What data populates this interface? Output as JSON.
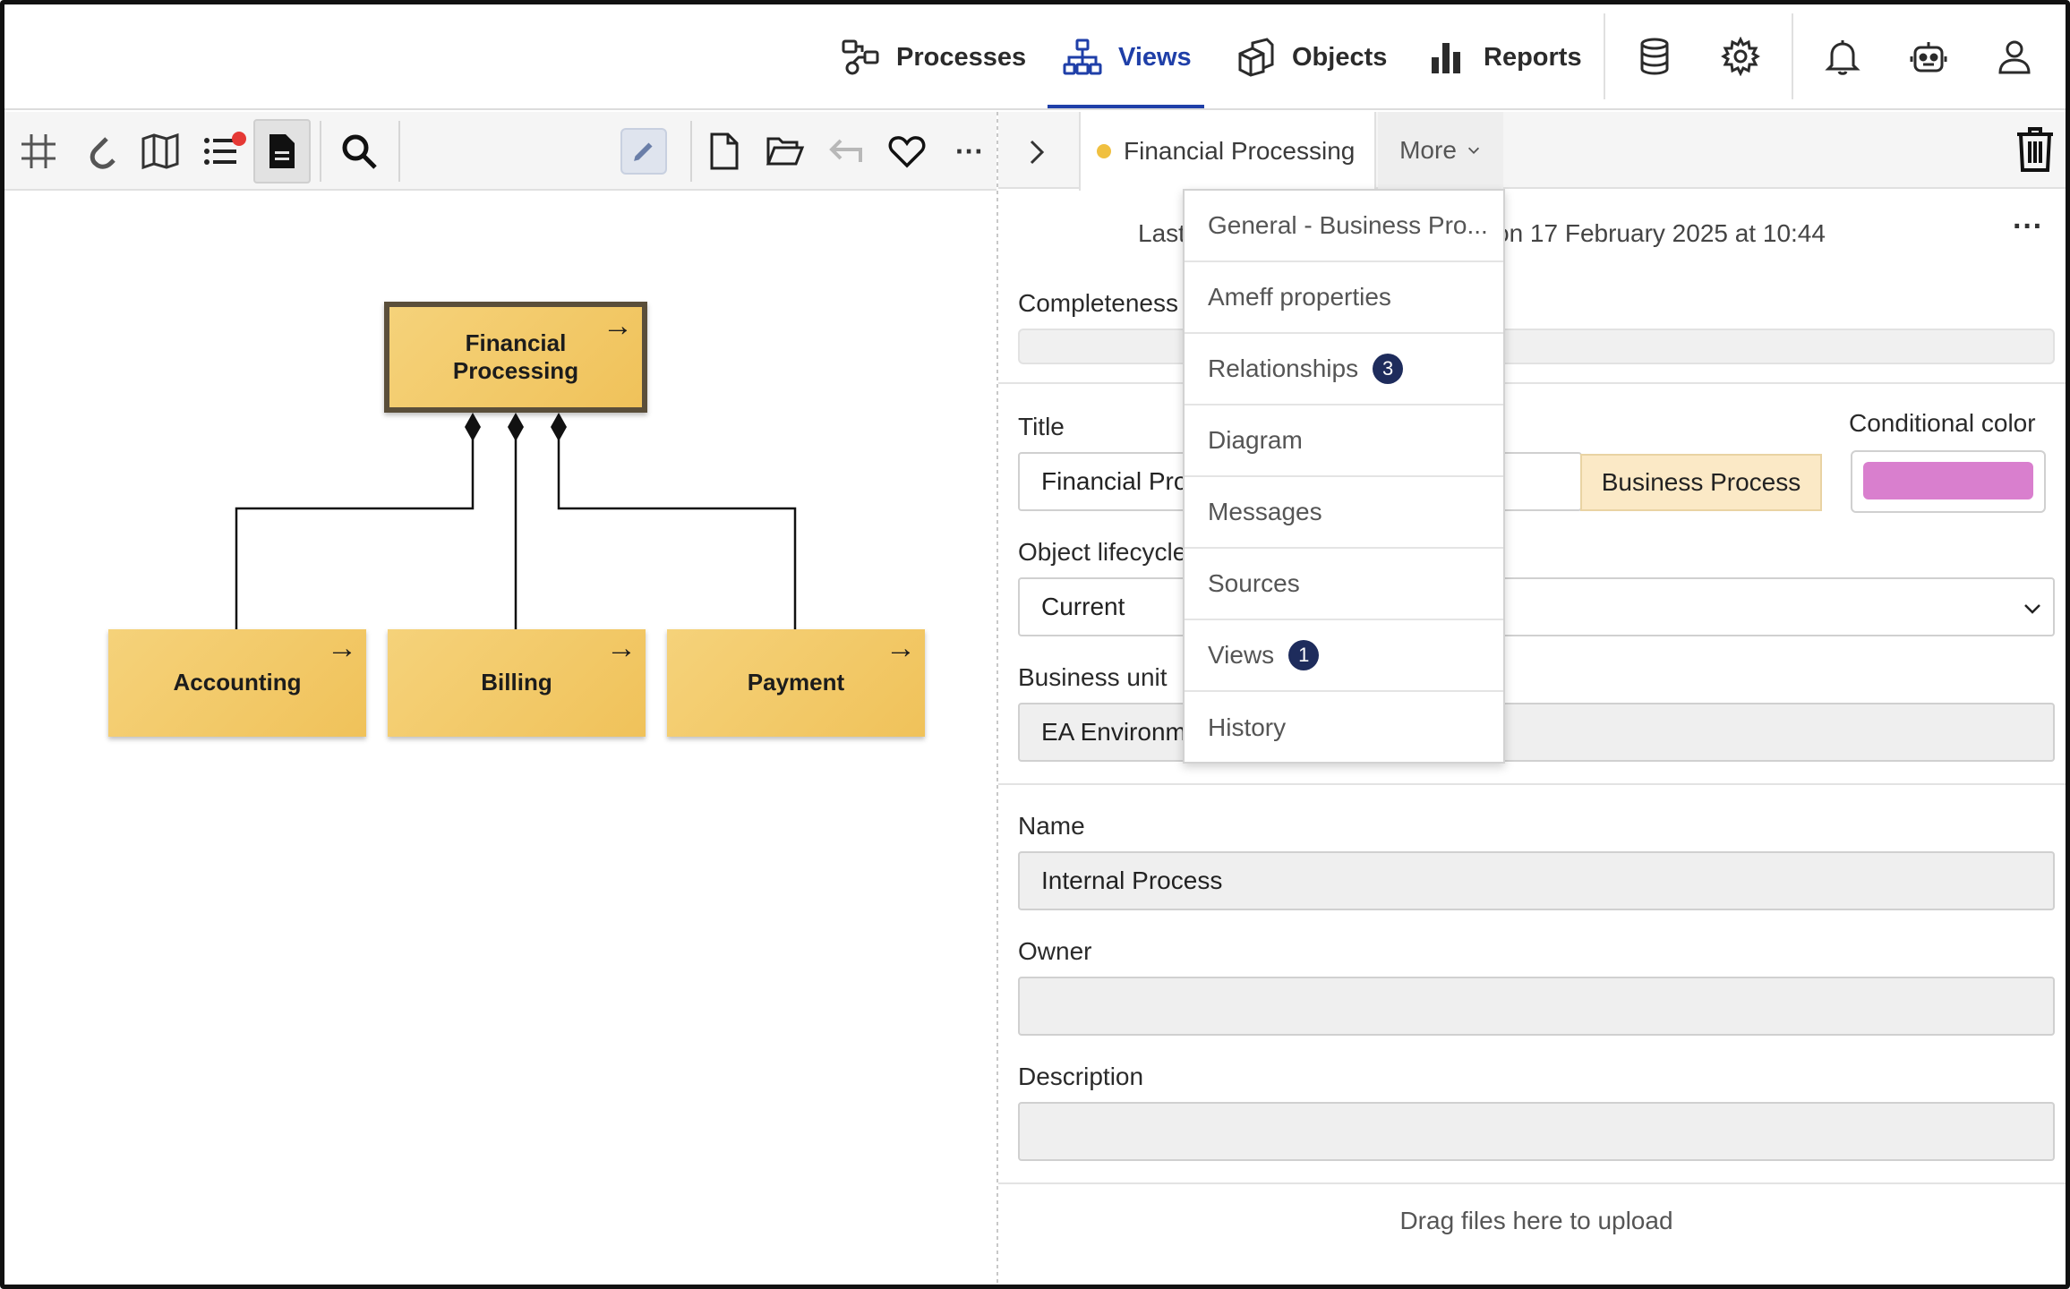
{
  "nav": {
    "items": [
      {
        "label": "Processes",
        "icon": "processes-icon"
      },
      {
        "label": "Views",
        "icon": "views-icon",
        "active": true
      },
      {
        "label": "Objects",
        "icon": "objects-icon"
      },
      {
        "label": "Reports",
        "icon": "reports-icon"
      }
    ],
    "icons": [
      "database-icon",
      "gear-icon",
      "bell-icon",
      "robot-icon",
      "user-icon"
    ],
    "active_color": "#1f3fa8"
  },
  "toolbar": {
    "icons": [
      "grid-icon",
      "magnet-icon",
      "map-icon",
      "list-icon",
      "document-icon",
      "search-icon",
      "edit-icon",
      "new-file-icon",
      "open-folder-icon",
      "undo-icon",
      "heart-icon",
      "more-icon"
    ],
    "more_label": "···"
  },
  "diagram": {
    "root": {
      "label": "Financial Processing",
      "arrow": "→"
    },
    "children": [
      {
        "label": "Accounting",
        "arrow": "→"
      },
      {
        "label": "Billing",
        "arrow": "→"
      },
      {
        "label": "Payment",
        "arrow": "→"
      }
    ],
    "node_color": "#f2c865"
  },
  "panel": {
    "tab_label": "Financial Processing",
    "more_label": "More",
    "info_prefix": "Last",
    "info_suffix": "on 17 February 2025 at 10:44",
    "menu_dots": "···",
    "completeness_label": "Completeness",
    "title_label": "Title",
    "title_value": "Financial Pro",
    "type_badge": "Business Process",
    "conditional_color_label": "Conditional color",
    "conditional_color": "#d97fce",
    "lifecycle_label": "Object lifecycle",
    "lifecycle_value": "Current",
    "business_unit_label": "Business unit",
    "business_unit_value": "EA Environm",
    "name_label": "Name",
    "name_value": "Internal Process",
    "owner_label": "Owner",
    "owner_value": "",
    "description_label": "Description",
    "description_value": "",
    "upload_text": "Drag files here to upload"
  },
  "dropdown": {
    "items": [
      {
        "label": "General - Business Pro..."
      },
      {
        "label": "Ameff properties"
      },
      {
        "label": "Relationships",
        "badge": "3"
      },
      {
        "label": "Diagram"
      },
      {
        "label": "Messages"
      },
      {
        "label": "Sources"
      },
      {
        "label": "Views",
        "badge": "1"
      },
      {
        "label": "History"
      }
    ]
  }
}
